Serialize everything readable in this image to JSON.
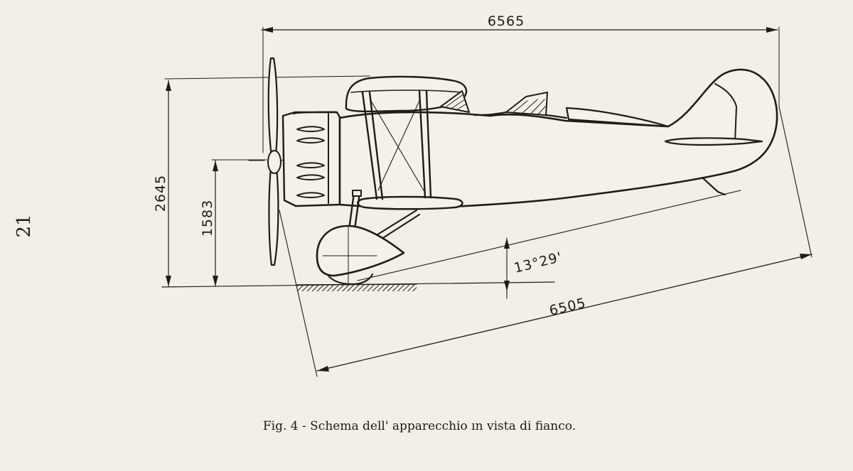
{
  "figure": {
    "page_number": "21",
    "caption": "Fig. 4 - Schema dell' apparecchio ın vista di fianco.",
    "dimensions": {
      "overall_length": "6565",
      "overall_height": "2645",
      "axis_height": "1583",
      "ground_angle": "13°29'",
      "diagonal": "6505"
    }
  },
  "colors": {
    "paper": "#f1efe6",
    "ink": "#1e1c18"
  }
}
